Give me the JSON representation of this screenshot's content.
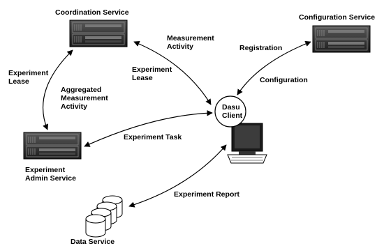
{
  "nodes": {
    "coordination_service": {
      "label": "Coordination Service"
    },
    "configuration_service": {
      "label": "Configuration Service"
    },
    "experiment_admin_service": {
      "label_line1": "Experiment",
      "label_line2": "Admin Service"
    },
    "data_service": {
      "label": "Data Service"
    },
    "dasu_client": {
      "label_line1": "Dasu",
      "label_line2": "Client"
    }
  },
  "edges": {
    "measurement_activity": {
      "line1": "Measurement",
      "line2": "Activity"
    },
    "experiment_lease_right": {
      "line1": "Experiment",
      "line2": "Lease"
    },
    "experiment_lease_left": {
      "line1": "Experiment",
      "line2": "Lease"
    },
    "aggregated_measurement_activity": {
      "line1": "Aggregated",
      "line2": "Measurement",
      "line3": "Activity"
    },
    "registration": {
      "label": "Registration"
    },
    "configuration": {
      "label": "Configuration"
    },
    "experiment_task": {
      "label": "Experiment Task"
    },
    "experiment_report": {
      "label": "Experiment Report"
    }
  }
}
